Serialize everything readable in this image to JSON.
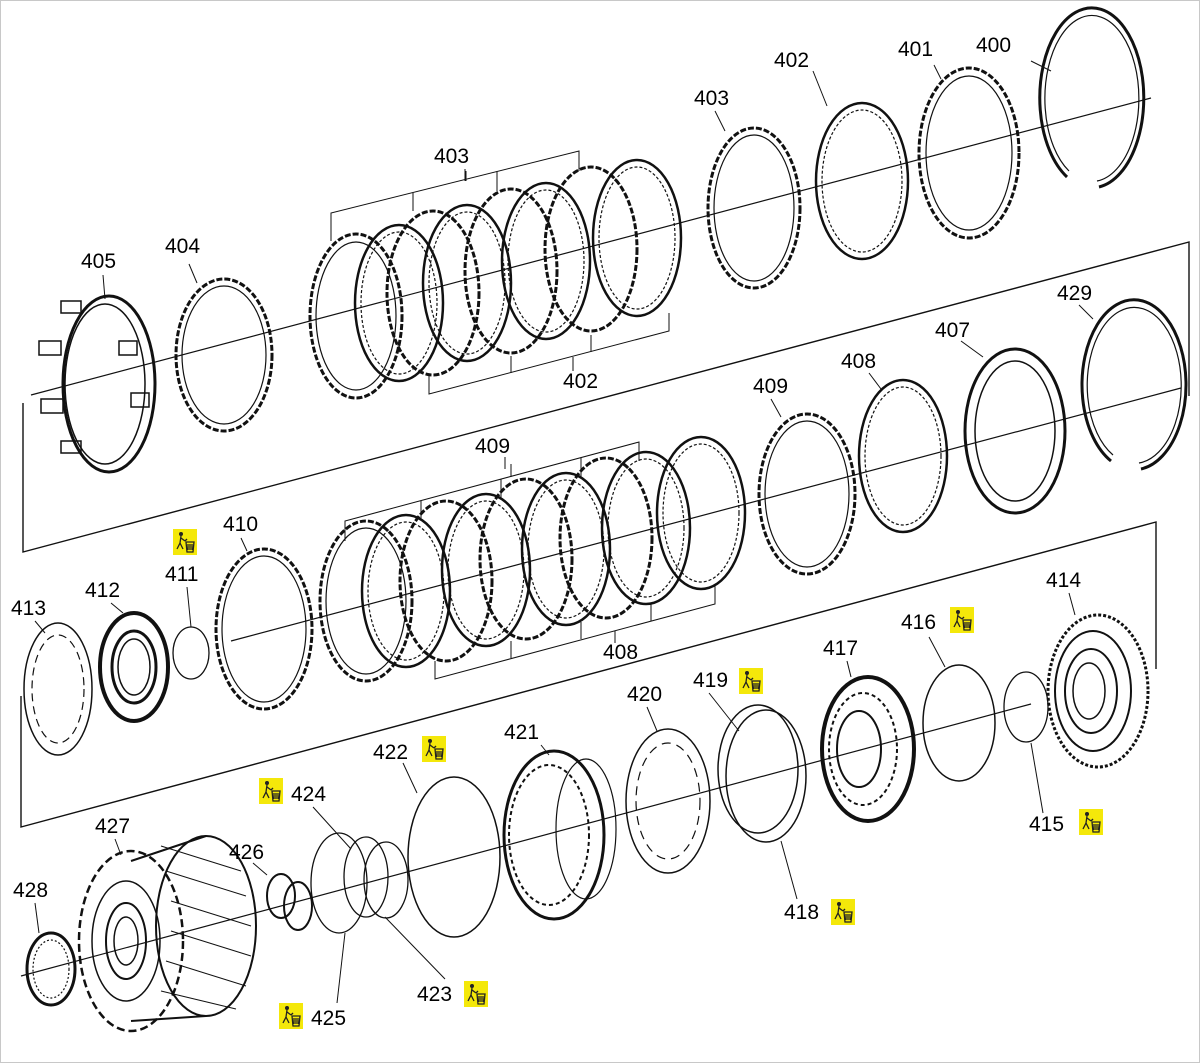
{
  "diagram": {
    "colors": {
      "line": "#111111",
      "background": "#ffffff",
      "disposal_badge": "#f4e80a"
    },
    "disposal_icon": "discard-trash-icon",
    "callouts": {
      "c400": "400",
      "c401": "401",
      "c402a": "402",
      "c403a": "403",
      "c403b": "403",
      "c402b": "402",
      "c404": "404",
      "c405": "405",
      "c429": "429",
      "c407": "407",
      "c408a": "408",
      "c409a": "409",
      "c409b": "409",
      "c410": "410",
      "c411": "411",
      "c412": "412",
      "c413": "413",
      "c408b": "408",
      "c414": "414",
      "c416": "416",
      "c417": "417",
      "c419": "419",
      "c420": "420",
      "c421": "421",
      "c422": "422",
      "c415": "415",
      "c424": "424",
      "c427": "427",
      "c426": "426",
      "c428": "428",
      "c418": "418",
      "c423": "423",
      "c425": "425"
    }
  }
}
